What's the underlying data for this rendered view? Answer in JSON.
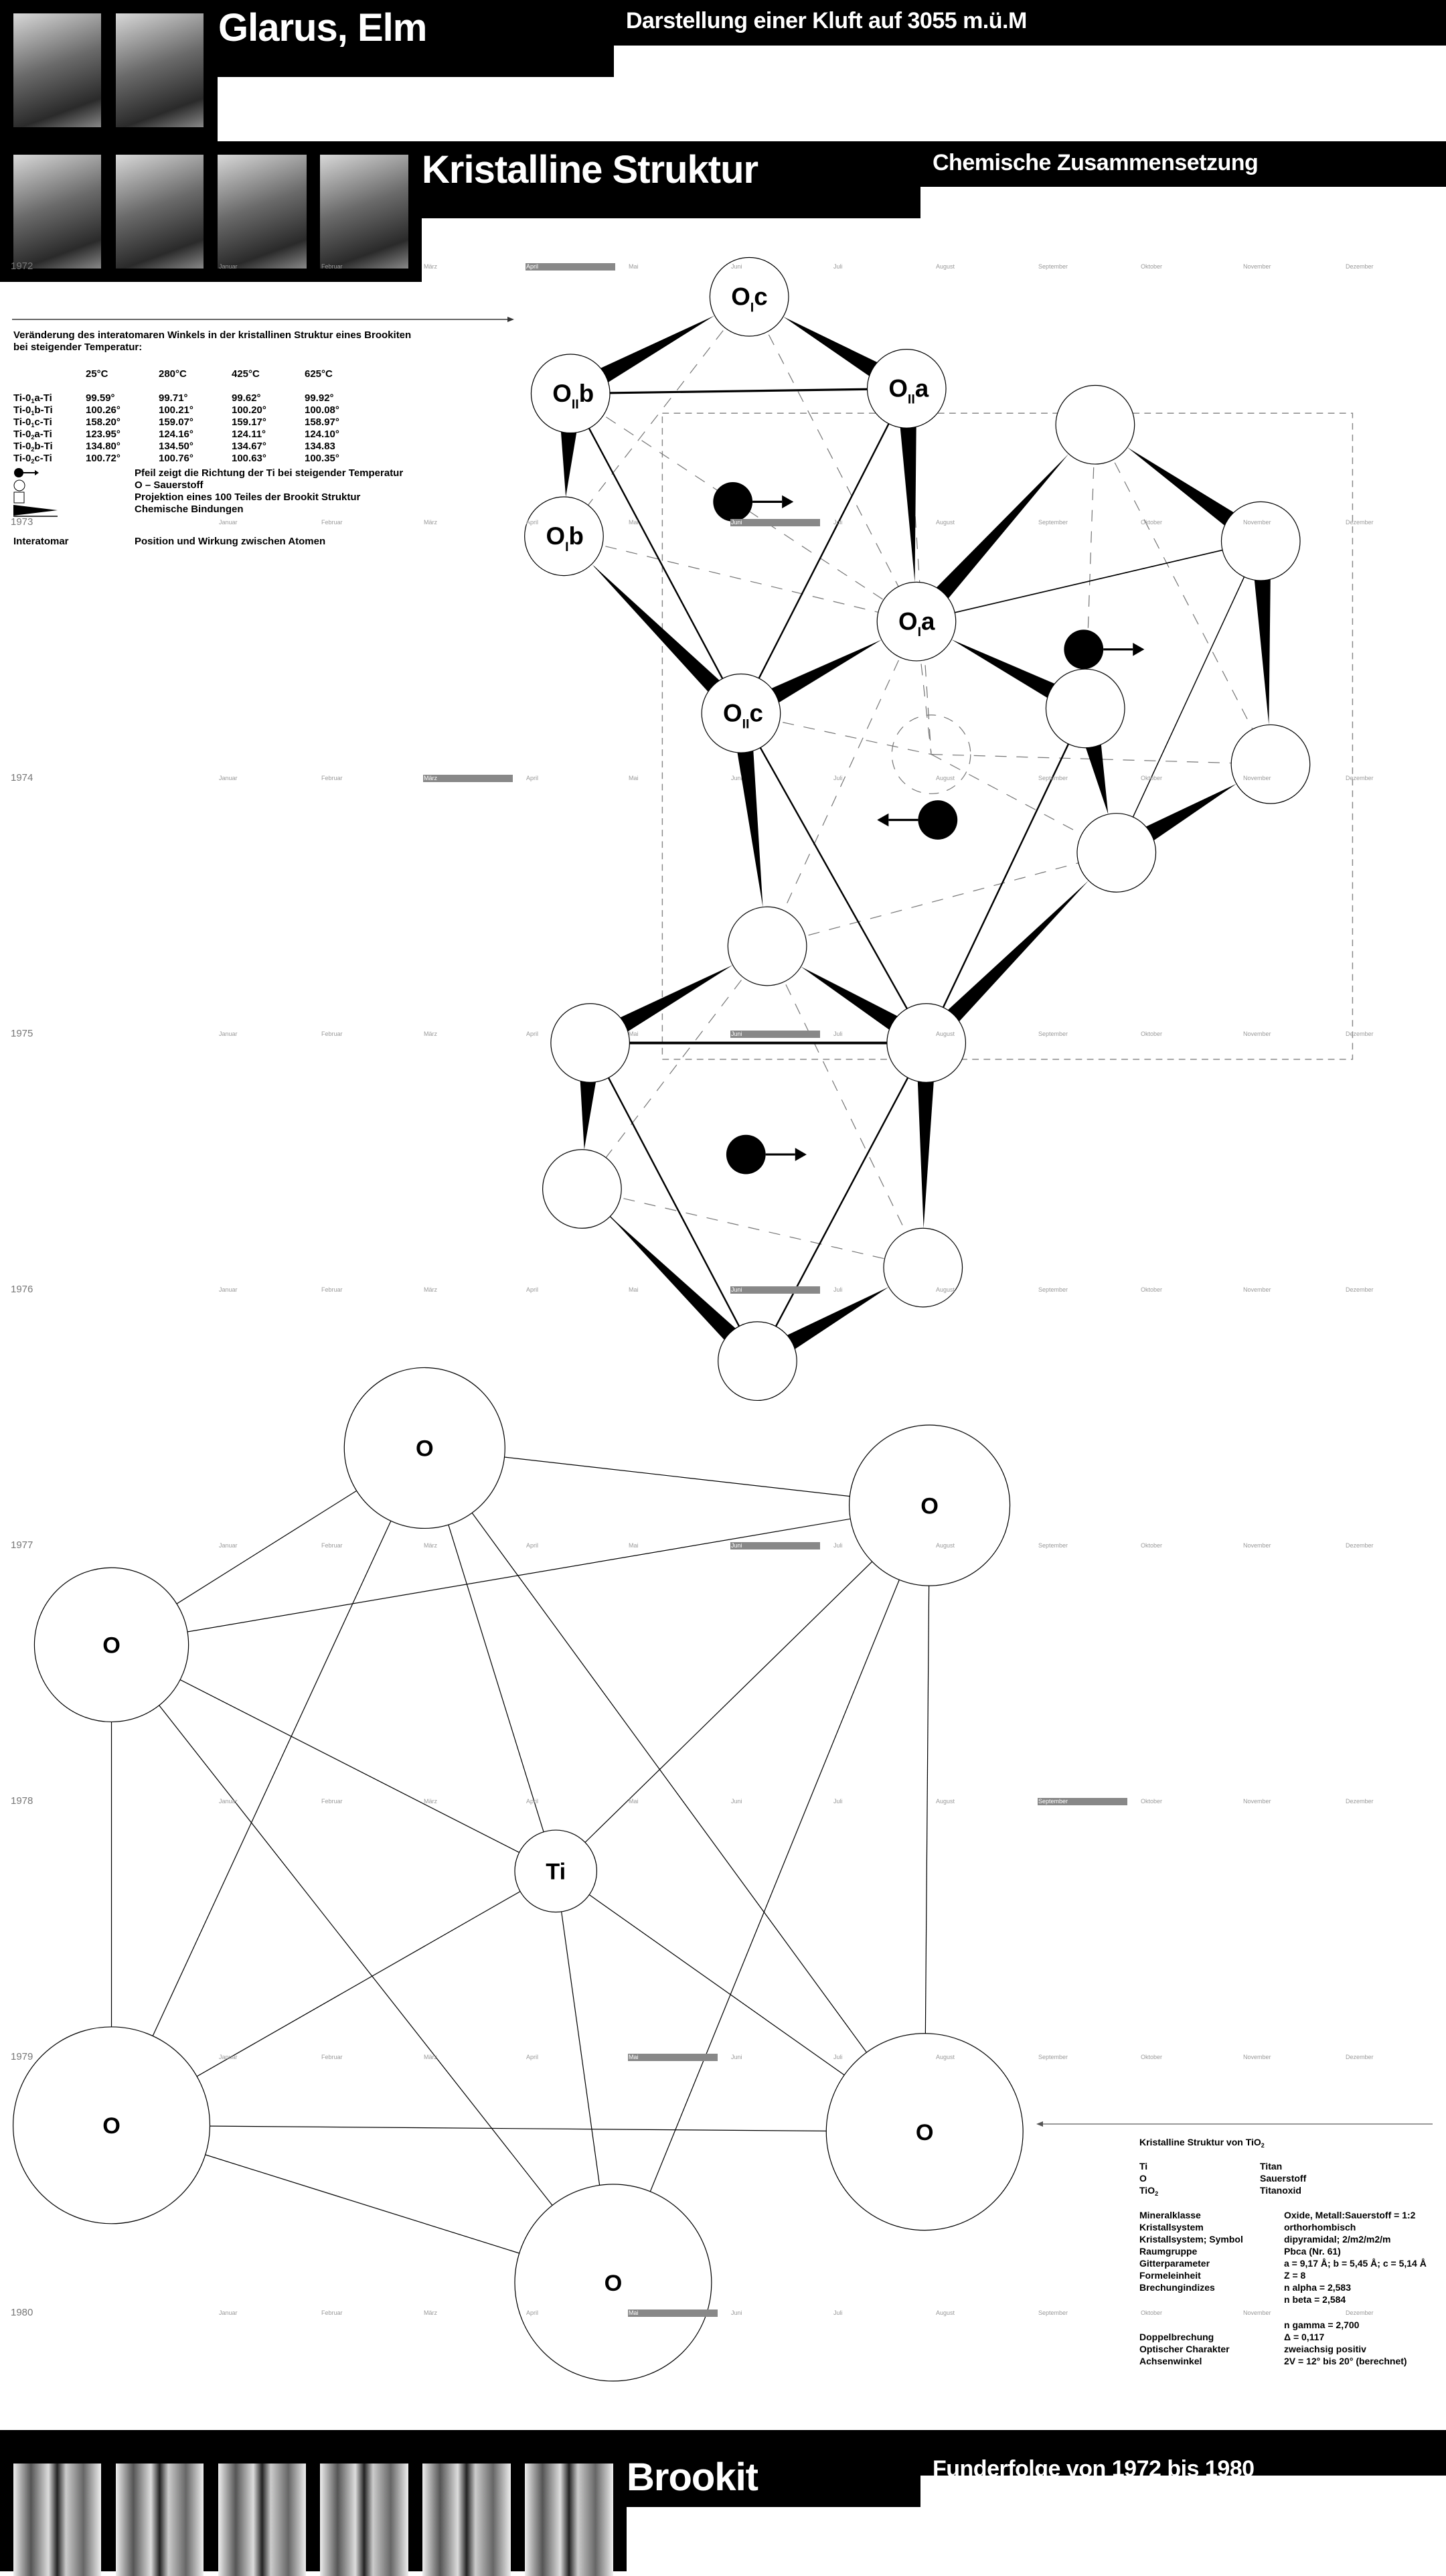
{
  "header": {
    "title_location": "Glarus, Elm",
    "subtitle_location": "Darstellung einer Kluft auf 3055 m.ü.M",
    "title_structure": "Kristalline Struktur",
    "subtitle_structure": "Chemische Zusammensetzung",
    "title_mineral": "Brookit",
    "subtitle_mineral": "Funderfolge von 1972 bis 1980"
  },
  "angles": {
    "heading_line1": "Veränderung des interatomaren Winkels in der kristallinen Struktur eines Brookiten",
    "heading_line2": "bei steigender Temperatur:",
    "columns": [
      "25°C",
      "280°C",
      "425°C",
      "625°C"
    ],
    "rows": [
      {
        "pre": "Ti-0",
        "sub": "1",
        "post": "a-Ti",
        "values": [
          "99.59°",
          "99.71°",
          "99.62°",
          "99.92°"
        ]
      },
      {
        "pre": "Ti-0",
        "sub": "1",
        "post": "b-Ti",
        "values": [
          "100.26°",
          "100.21°",
          "100.20°",
          "100.08°"
        ]
      },
      {
        "pre": "Ti-0",
        "sub": "1",
        "post": "c-Ti",
        "values": [
          "158.20°",
          "159.07°",
          "159.17°",
          "158.97°"
        ]
      },
      {
        "pre": "Ti-0",
        "sub": "2",
        "post": "a-Ti",
        "values": [
          "123.95°",
          "124.16°",
          "124.11°",
          "124.10°"
        ]
      },
      {
        "pre": "Ti-0",
        "sub": "2",
        "post": "b-Ti",
        "values": [
          "134.80°",
          "134.50°",
          "134.67°",
          "134.83"
        ]
      },
      {
        "pre": "Ti-0",
        "sub": "2",
        "post": "c-Ti",
        "values": [
          "100.72°",
          "100.76°",
          "100.63°",
          "100.35°"
        ]
      }
    ]
  },
  "legend": [
    {
      "icon": "ti-arrow-icon",
      "text": "Pfeil zeigt die Richtung der Ti bei steigender Temperatur"
    },
    {
      "icon": "oxygen-circle-icon",
      "text": "O – Sauerstoff"
    },
    {
      "icon": "projection-square-icon",
      "text": "Projektion eines 100 Teiles der Brookit Struktur"
    },
    {
      "icon": "bond-wedge-icon",
      "text": "Chemische Bindungen"
    }
  ],
  "interatomar": {
    "term": "Interatomar",
    "definition": "Position und Wirkung zwischen Atomen"
  },
  "timeline": {
    "months": [
      "Januar",
      "Februar",
      "März",
      "April",
      "Mai",
      "Juni",
      "Juli",
      "August",
      "September",
      "Oktober",
      "November",
      "Dezember"
    ],
    "years": [
      {
        "year": "1972",
        "highlight": "April"
      },
      {
        "year": "1973",
        "highlight": "Juni"
      },
      {
        "year": "1974",
        "highlight": "März"
      },
      {
        "year": "1975",
        "highlight": "Juni"
      },
      {
        "year": "1976",
        "highlight": "Juni"
      },
      {
        "year": "1977",
        "highlight": "Juni"
      },
      {
        "year": "1978",
        "highlight": "September"
      },
      {
        "year": "1979",
        "highlight": "Mai"
      },
      {
        "year": "1980",
        "highlight": "Mai"
      }
    ]
  },
  "structure": {
    "labeled_atoms": [
      {
        "main": "O",
        "sub": "I",
        "suffix": "c"
      },
      {
        "main": "O",
        "sub": "II",
        "suffix": "b"
      },
      {
        "main": "O",
        "sub": "II",
        "suffix": "a"
      },
      {
        "main": "O",
        "sub": "I",
        "suffix": "b"
      },
      {
        "main": "O",
        "sub": "I",
        "suffix": "a"
      },
      {
        "main": "O",
        "sub": "II",
        "suffix": "c"
      }
    ]
  },
  "molecule": {
    "center": "Ti",
    "oxygen": "O"
  },
  "info": {
    "title_pre": "Kristalline Struktur von TiO",
    "title_sub": "2",
    "elements": [
      {
        "symbol": "Ti",
        "sub": "",
        "name": "Titan"
      },
      {
        "symbol": "O",
        "sub": "",
        "name": "Sauerstoff"
      },
      {
        "symbol": "TiO",
        "sub": "2",
        "name": "Titanoxid"
      }
    ],
    "properties": [
      {
        "label": "Mineralklasse",
        "value": "Oxide, Metall:Sauerstoff = 1:2"
      },
      {
        "label": "Kristallsystem",
        "value": "orthorhombisch"
      },
      {
        "label": "Kristallsystem; Symbol",
        "value": "dipyramidal; 2/m2/m2/m"
      },
      {
        "label": "Raumgruppe",
        "value": "Pbca (Nr. 61)"
      },
      {
        "label": "Gitterparameter",
        "value": "a = 9,17 Å; b = 5,45 Å; c = 5,14 Å"
      },
      {
        "label": "Formeleinheit",
        "value": "Z = 8"
      },
      {
        "label": "Brechungindizes",
        "value": "n alpha = 2,583"
      },
      {
        "label": "",
        "value": "n beta = 2,584"
      },
      {
        "label": "",
        "value": "n gamma = 2,700"
      },
      {
        "label": "Doppelbrechung",
        "value": "Δ = 0,117"
      },
      {
        "label": "Optischer Charakter",
        "value": "zweiachsig positiv"
      },
      {
        "label": "Achsenwinkel",
        "value": "2V = 12° bis 20° (berechnet)"
      }
    ]
  },
  "colors": {
    "black": "#000000",
    "highlight": "#888888",
    "month_text": "#999999"
  }
}
